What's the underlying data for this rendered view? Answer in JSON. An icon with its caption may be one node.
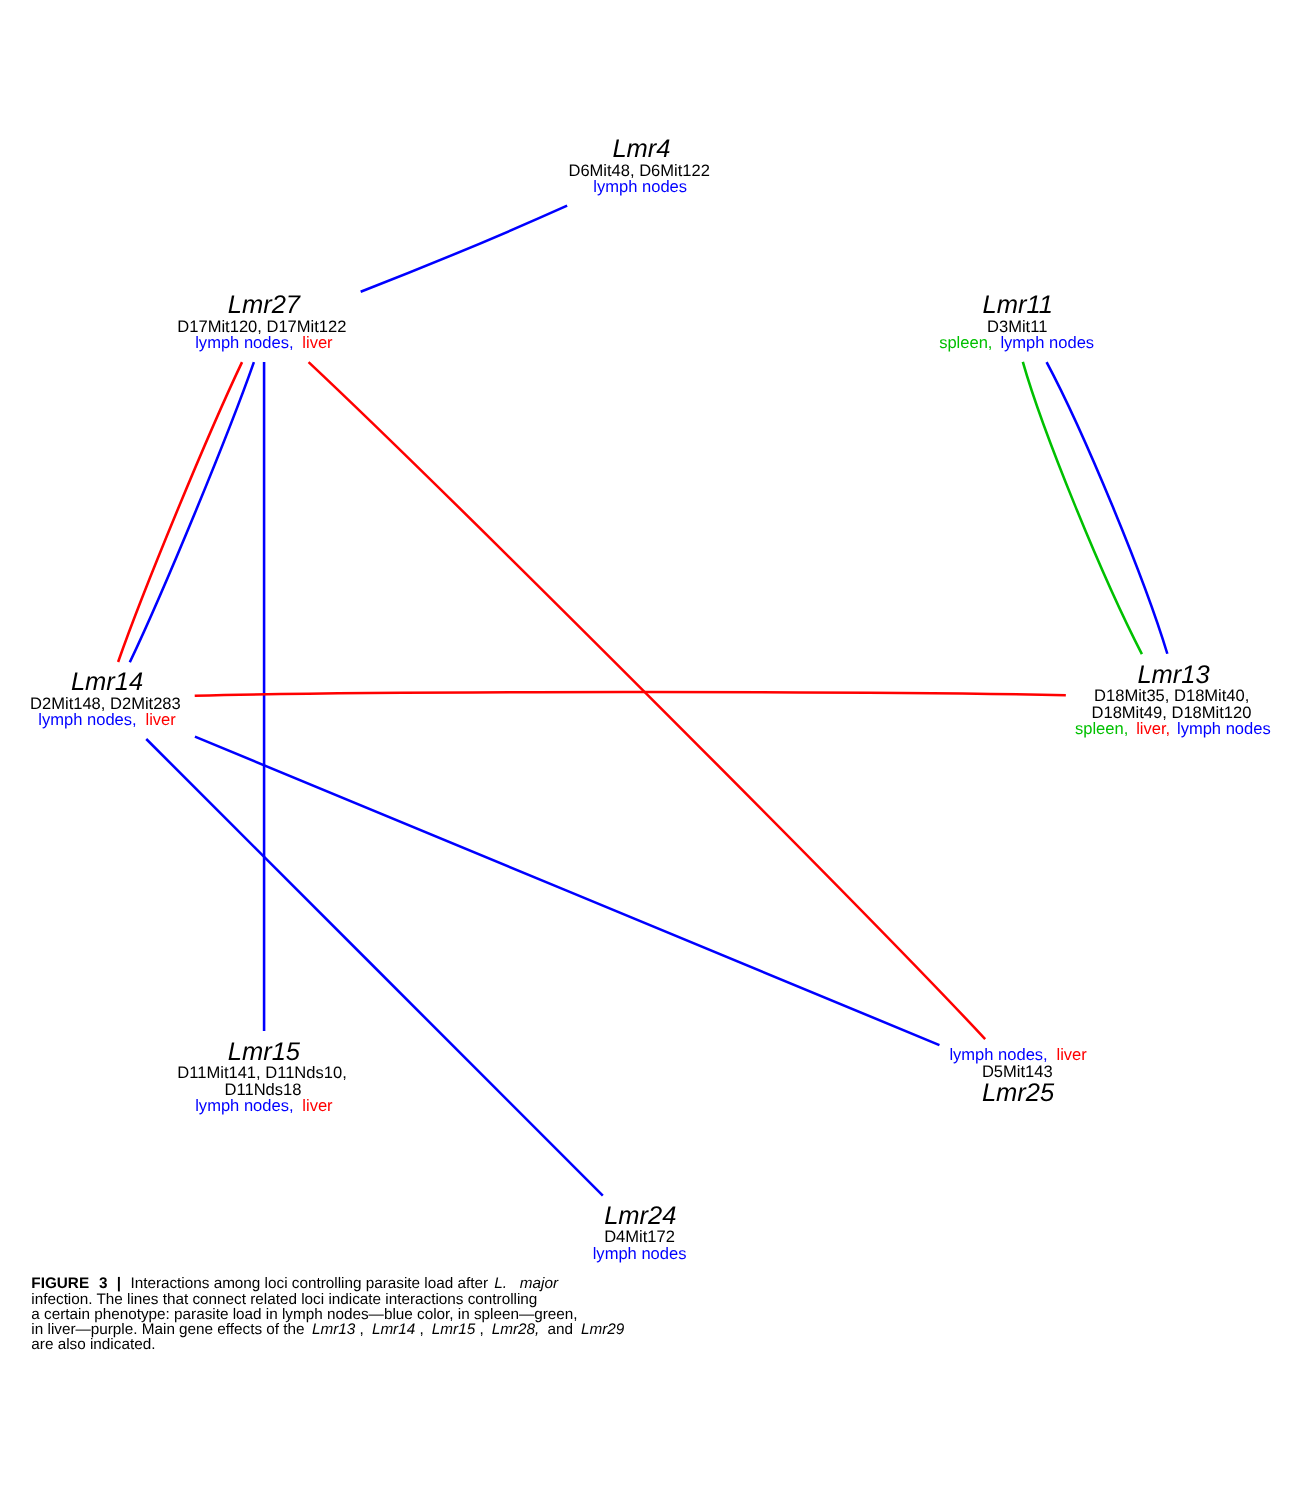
{
  "diagram": {
    "caption": "**FIGURE 3 |** Interactions among loci controlling parasite load after *L. major* infection. The lines that connect related loci indicate interactions controlling a certain phenotype: parasite load in lymph nodes—blue color, in spleen—green, in liver—purple. Main gene effects of the *Lmr13*, *Lmr14*, *Lmr15*, *Lmr28,* and *Lmr29* are also indicated.",
    "nodes": [
      {
        "text": [
          "Lmr25"
        ],
        "beside": [
          "lymph nodes, liver",
          "D5Mit143"
        ]
      },
      {
        "text": [
          "Lmr24"
        ],
        "beside": [
          "D4Mit172",
          "lymph nodes"
        ]
      },
      {
        "text": [
          "Lmr27"
        ],
        "beside": [
          "D17Mit120, D17Mit122",
          "lymph nodes, liver"
        ]
      },
      {
        "text": [
          "Lmr15"
        ],
        "beside": [
          "D11Mit141, D11Nds10, D11Nds18",
          "lymph nodes, liver"
        ]
      },
      {
        "text": [
          "Lmr4"
        ],
        "beside": [
          "D6Mit48, D6Mit122",
          "lymph nodes"
        ]
      },
      {
        "text": [
          "Lmr14"
        ],
        "beside": [
          "D2Mit148, D2Mit283",
          "lymph nodes, liver"
        ]
      },
      {
        "text": [
          "Lmr13"
        ],
        "beside": [
          "D18Mit35, D18Mit40, D18Mit49, D18Mit120",
          "spleen, liver, lymph nodes"
        ]
      },
      {
        "text": [
          "Lmr11"
        ],
        "beside": [
          "D3Mit11",
          "spleen, lymph nodes"
        ]
      }
    ],
    "edges": [
      {
        "from": 0,
        "to": 2,
        "arrow": "none",
        "color": "#ff0000"
      },
      {
        "from": 0,
        "to": 5,
        "arrow": "none"
      },
      {
        "from": 1,
        "to": 5,
        "arrow": "none"
      },
      {
        "from": 2,
        "to": 3,
        "arrow": "none"
      },
      {
        "from": 2,
        "to": 5,
        "arrow": "none"
      },
      {
        "from": 2,
        "to": 5,
        "arrow": "none",
        "color": "#ff0000"
      },
      {
        "from": 2,
        "to": 4,
        "arrow": "none"
      },
      {
        "from": 5,
        "to": 6,
        "arrow": "none",
        "color": "#ff0000"
      },
      {
        "from": 6,
        "to": 7,
        "arrow": "none",
        "color": "#00c000"
      },
      {
        "from": 6,
        "to": 7,
        "arrow": "none"
      }
    ]
  }
}
